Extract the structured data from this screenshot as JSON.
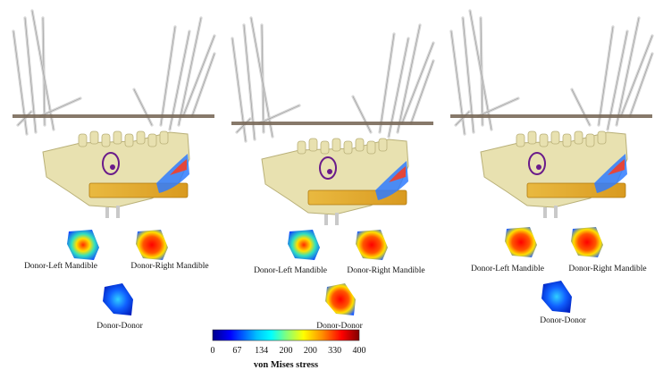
{
  "panels": [
    {
      "labels": {
        "left": "Donor-Left Mandible",
        "right": "Donor-Right Mandible",
        "donor": "Donor-Donor"
      }
    },
    {
      "labels": {
        "left": "Donor-Left Mandible",
        "right": "Donor-Right Mandible",
        "donor": "Donor-Donor"
      }
    },
    {
      "labels": {
        "left": "Donor-Left Mandible",
        "right": "Donor-Right Mandible",
        "donor": "Donor-Donor"
      }
    }
  ],
  "colorbar": {
    "title": "von Mises stress",
    "ticks": [
      "0",
      "67",
      "134",
      "200",
      "200",
      "330",
      "400"
    ],
    "colors": [
      "#00008b",
      "#0000ff",
      "#00bfff",
      "#00ffff",
      "#7fff7f",
      "#ffff00",
      "#ff8c00",
      "#ff0000",
      "#800000"
    ]
  },
  "colors": {
    "bone": "#e8e1b0",
    "bone_edge": "#b9b078",
    "graft": "#e0a830",
    "muscle": "#cfcfcf",
    "marker": "#6a1b8a",
    "plate": "#7a6a5a"
  }
}
